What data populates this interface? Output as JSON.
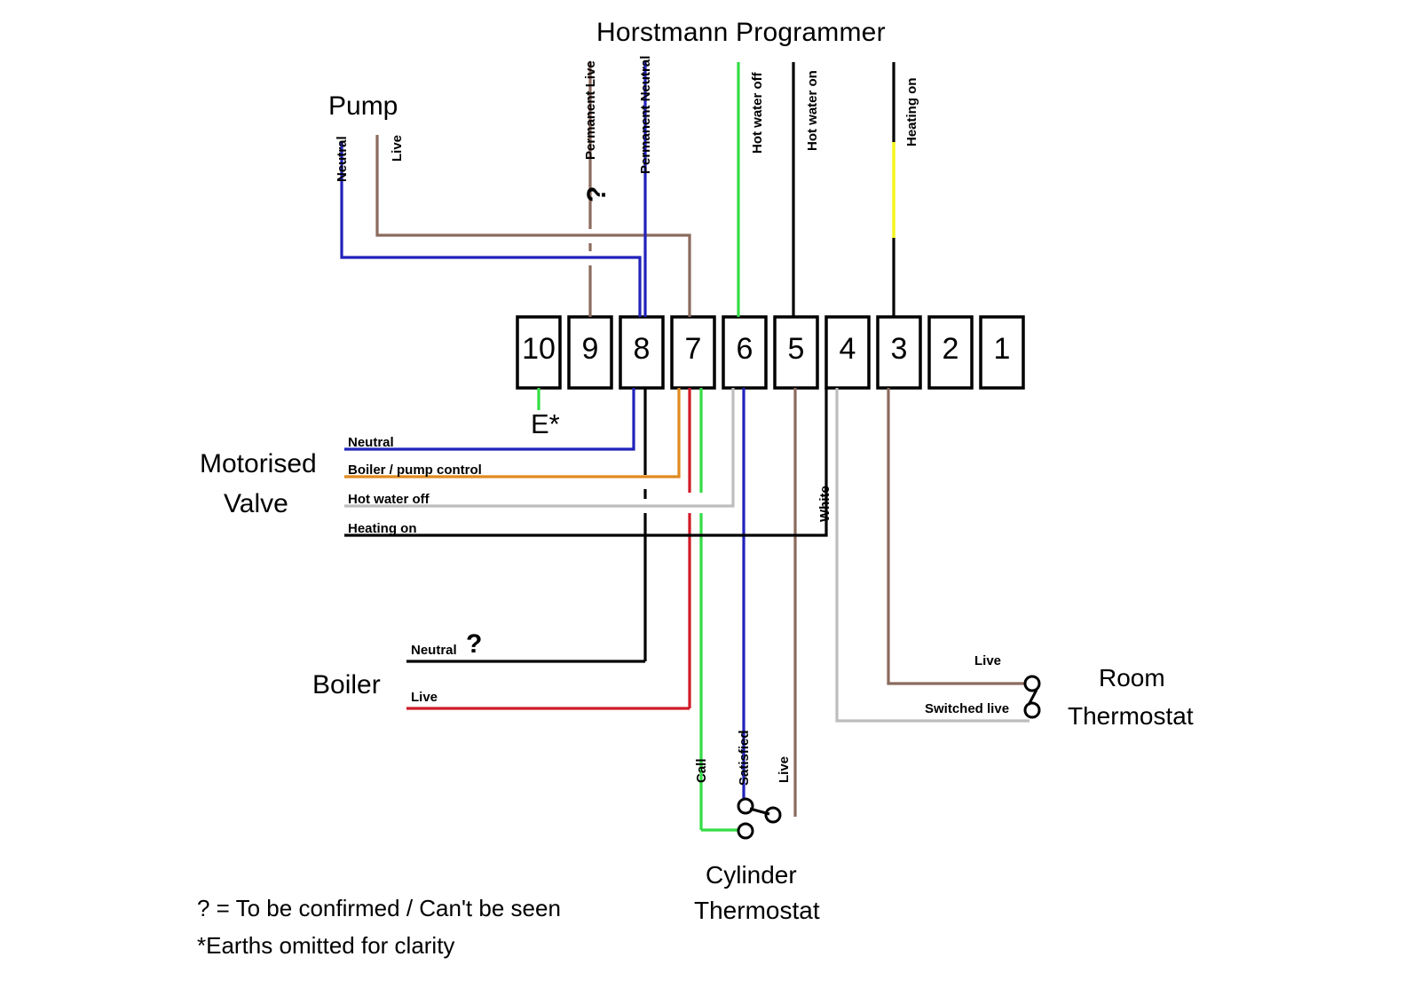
{
  "title": "Horstmann Programmer",
  "colors": {
    "blue": "#2222bb",
    "brown": "#8b6a5e",
    "green": "#33dd44",
    "black": "#000000",
    "yellow": "#f5f522",
    "orange": "#e08a1e",
    "grey": "#bdbdbd",
    "red": "#d01b28",
    "white_wire": "#000000"
  },
  "terminals": {
    "name": "Programmer terminal strip",
    "items": [
      "10",
      "9",
      "8",
      "7",
      "6",
      "5",
      "4",
      "3",
      "2",
      "1"
    ]
  },
  "earth": {
    "label": "E*"
  },
  "top_wires": [
    {
      "label": "Permanent Live",
      "color": "brown",
      "marker": "?"
    },
    {
      "label": "Permanent Neutral",
      "color": "blue"
    },
    {
      "label": "Hot water off",
      "color": "green"
    },
    {
      "label": "Hot water on",
      "color": "black"
    },
    {
      "label": "Heating on",
      "color": "yellow"
    }
  ],
  "pump": {
    "title": "Pump",
    "wires": [
      {
        "label": "Neutral",
        "color": "blue"
      },
      {
        "label": "Live",
        "color": "brown"
      }
    ]
  },
  "motorised_valve": {
    "title_line1": "Motorised",
    "title_line2": "Valve",
    "wires": [
      {
        "label": "Neutral",
        "color": "blue"
      },
      {
        "label": "Boiler / pump control",
        "color": "orange"
      },
      {
        "label": "Hot water off",
        "color": "grey"
      },
      {
        "label": "Heating on",
        "color": "black"
      }
    ]
  },
  "boiler": {
    "title": "Boiler",
    "wires": [
      {
        "label": "Neutral",
        "color": "black",
        "marker": "?"
      },
      {
        "label": "Live",
        "color": "red"
      }
    ]
  },
  "room_thermostat": {
    "title_line1": "Room",
    "title_line2": "Thermostat",
    "wires": [
      {
        "label": "Live",
        "color": "brown"
      },
      {
        "label": "Switched live",
        "color": "grey"
      }
    ]
  },
  "cylinder_thermostat": {
    "title_line1": "Cylinder",
    "title_line2": "Thermostat",
    "wires": [
      {
        "label": "Call",
        "color": "green"
      },
      {
        "label": "Satisfied",
        "color": "blue"
      },
      {
        "label": "Live",
        "color": "brown"
      }
    ]
  },
  "white_wire": {
    "label": "White"
  },
  "legend": {
    "line1": "? = To be confirmed / Can't be seen",
    "line2": "*Earths omitted for clarity"
  }
}
